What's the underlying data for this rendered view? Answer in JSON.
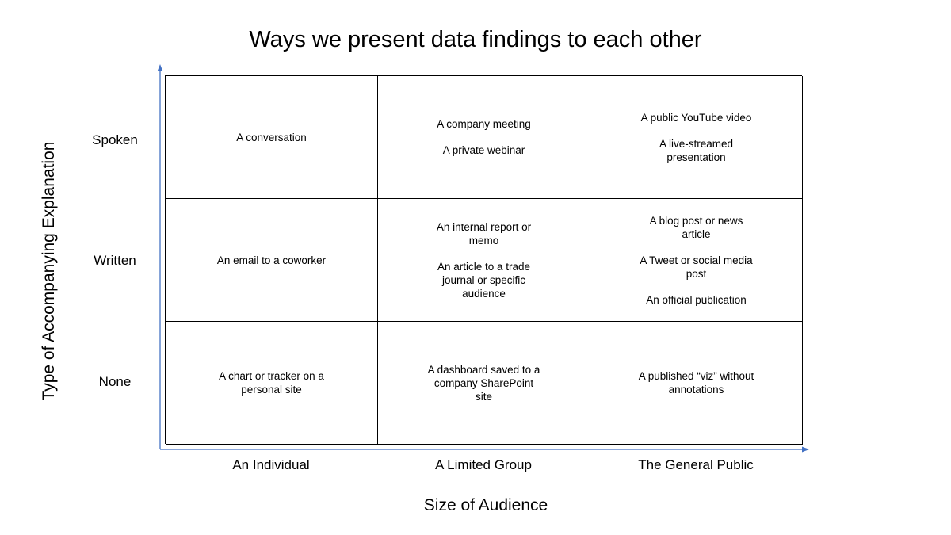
{
  "title": "Ways we present data findings to each other",
  "y_axis_title": "Type of Accompanying Explanation",
  "x_axis_title": "Size of Audience",
  "rows": [
    "Spoken",
    "Written",
    "None"
  ],
  "columns": [
    "An Individual",
    "A Limited Group",
    "The General Public"
  ],
  "cells": [
    [
      [
        "A conversation"
      ],
      [
        "A company meeting",
        "A private webinar"
      ],
      [
        "A public YouTube video",
        "A live-streamed presentation"
      ]
    ],
    [
      [
        "An email to a coworker"
      ],
      [
        "An internal report or memo",
        "An article to a trade journal or specific audience"
      ],
      [
        "A blog post or news article",
        "A Tweet or social media post",
        "An official publication"
      ]
    ],
    [
      [
        "A chart or tracker on a personal site"
      ],
      [
        "A dashboard saved to a company SharePoint site"
      ],
      [
        "A published “viz” without annotations"
      ]
    ]
  ],
  "colors": {
    "axis": "#4472c4",
    "grid": "#000000",
    "text": "#000000"
  }
}
